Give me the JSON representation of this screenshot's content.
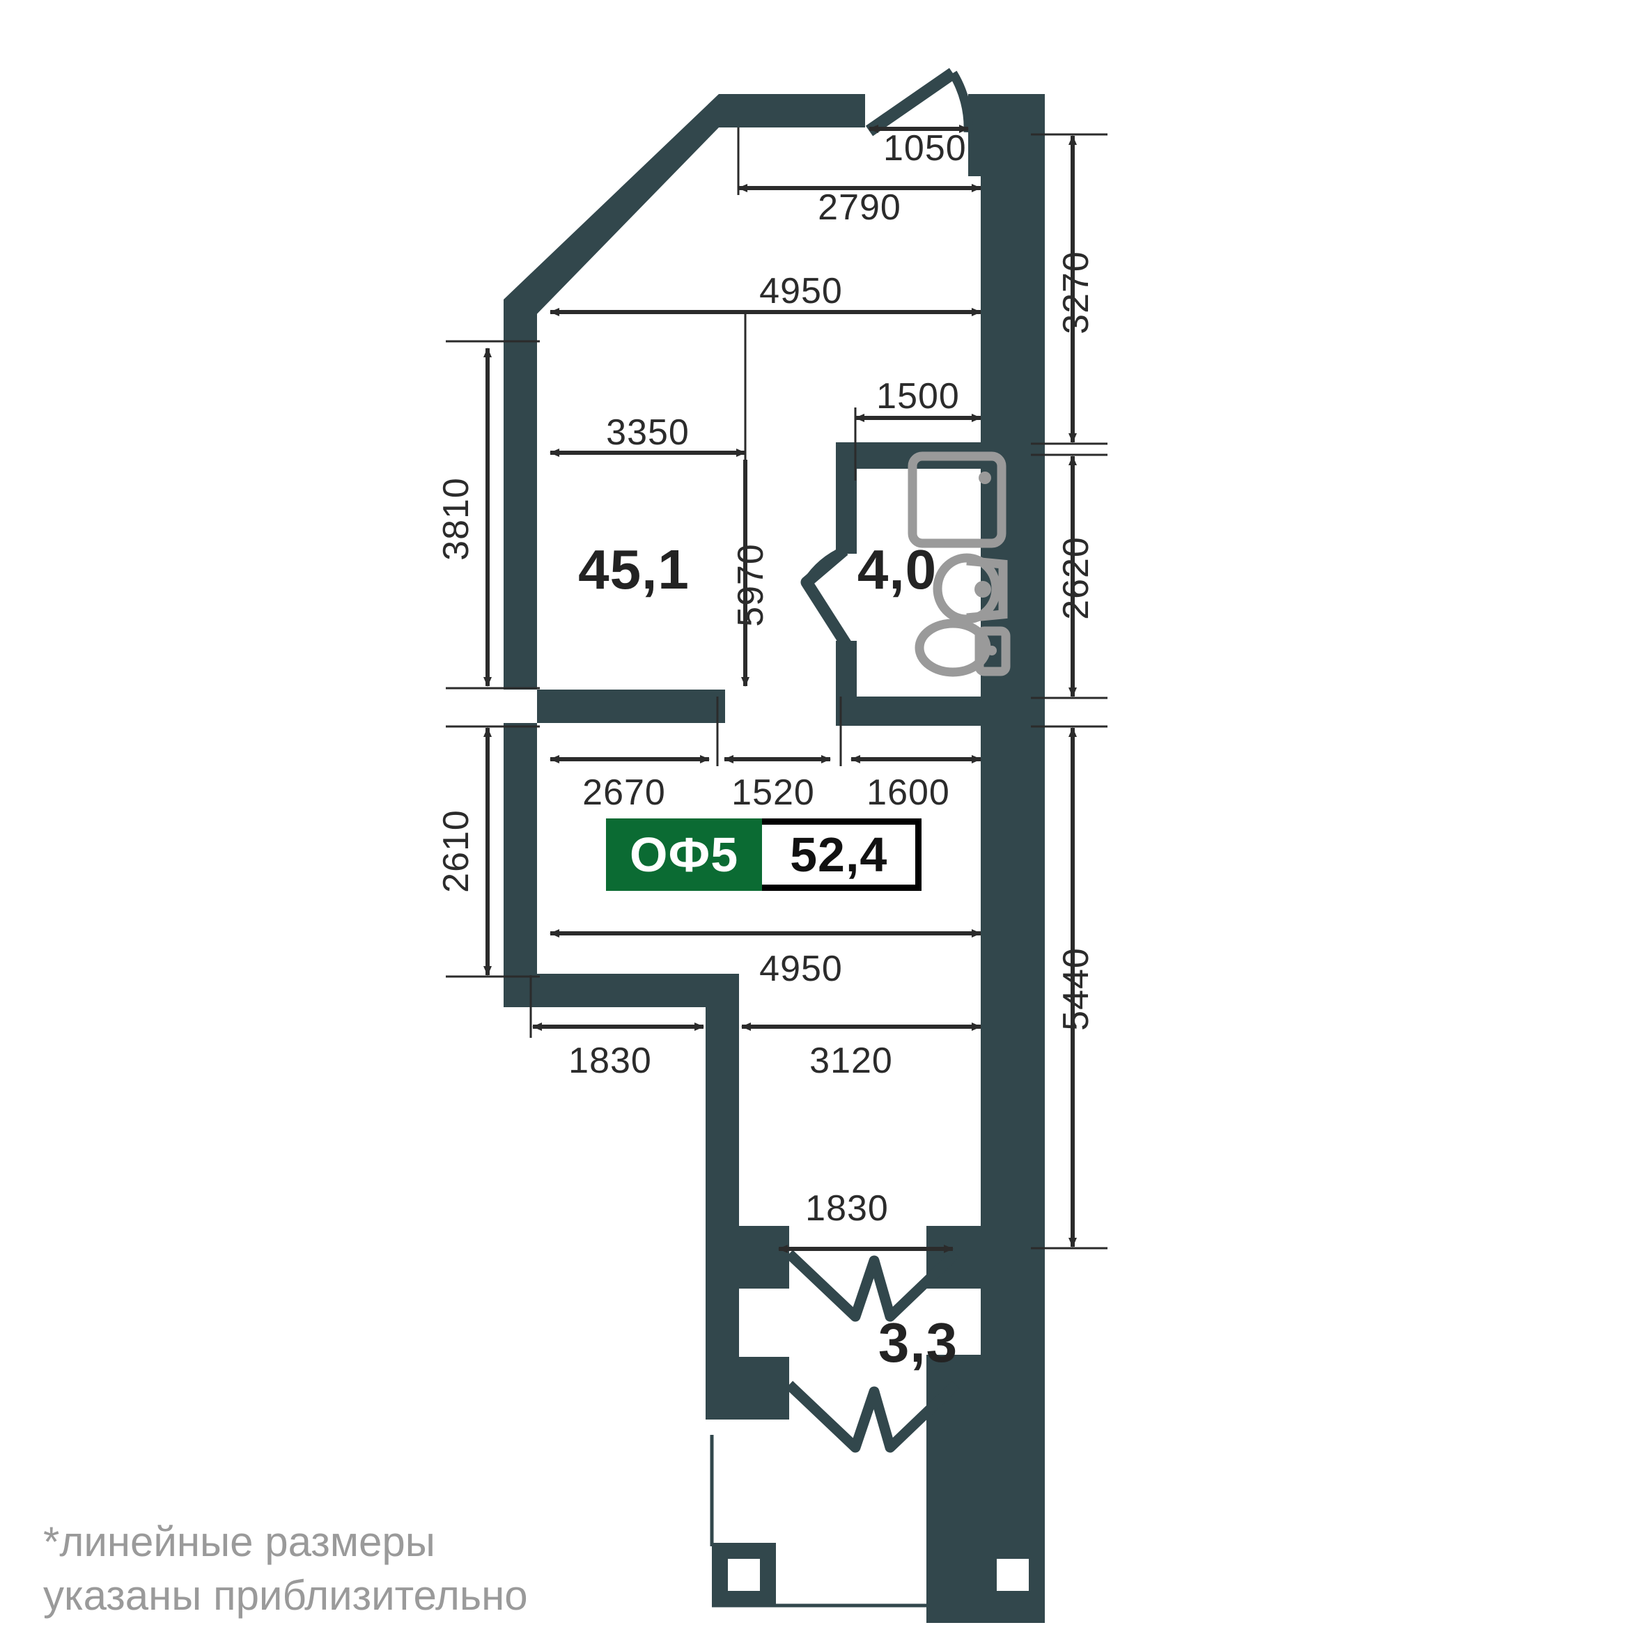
{
  "plan": {
    "badge": {
      "code": "ОФ5",
      "total_area": "52,4"
    },
    "footnote": "*линейные размеры\nуказаны приблизительно",
    "colors": {
      "wall": "#32474c",
      "badge_green": "#0b6b33",
      "dimension": "#2b2b2b",
      "fixture": "#9a9a9a",
      "footnote": "#9a9a9a"
    },
    "rooms": [
      {
        "name": "main-room",
        "area": "45,1"
      },
      {
        "name": "bathroom",
        "area": "4,0"
      },
      {
        "name": "balcony",
        "area": "3,3"
      }
    ],
    "dimensions": {
      "top": [
        {
          "name": "entrance-door-width",
          "value": "1050"
        },
        {
          "name": "top-right-segment",
          "value": "2790"
        },
        {
          "name": "upper-overall-width",
          "value": "4950"
        }
      ],
      "interior": [
        {
          "name": "bathroom-width",
          "value": "1500"
        },
        {
          "name": "main-room-width",
          "value": "3350"
        },
        {
          "name": "main-room-depth",
          "value": "5970"
        }
      ],
      "left": [
        {
          "name": "main-room-height",
          "value": "3810"
        },
        {
          "name": "lower-left-height",
          "value": "2610"
        }
      ],
      "right": [
        {
          "name": "upper-right-height",
          "value": "3270"
        },
        {
          "name": "bathroom-height",
          "value": "2620"
        },
        {
          "name": "lower-right-height",
          "value": "5440"
        }
      ],
      "middle": [
        {
          "name": "segment-a",
          "value": "2670"
        },
        {
          "name": "segment-b",
          "value": "1520"
        },
        {
          "name": "segment-c",
          "value": "1600"
        },
        {
          "name": "lower-overall-width",
          "value": "4950"
        }
      ],
      "bottom": [
        {
          "name": "left-step-width",
          "value": "1830"
        },
        {
          "name": "corridor-width",
          "value": "3120"
        },
        {
          "name": "balcony-opening-width",
          "value": "1830"
        }
      ]
    }
  }
}
